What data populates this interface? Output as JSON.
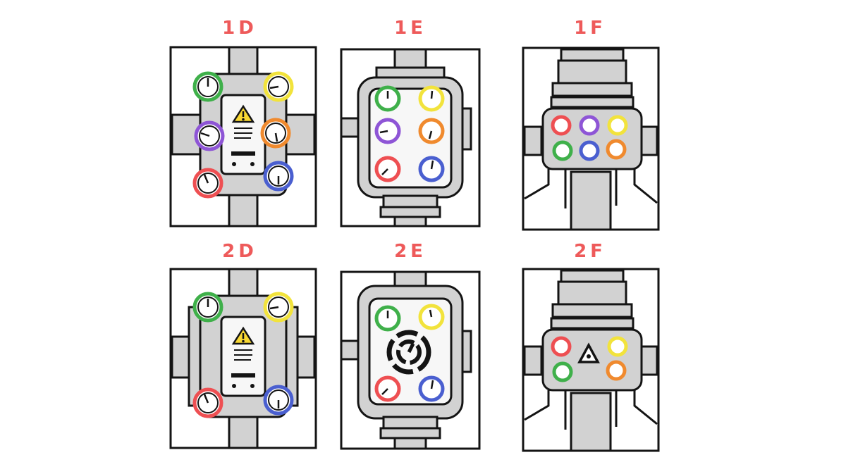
{
  "colors": {
    "label": "#ee5a5a",
    "pipe": "#d2d2d2",
    "body": "#e9e9e9",
    "outline": "#141414",
    "green": "#3fb04a",
    "yellow": "#f2e33c",
    "purple": "#8e55d6",
    "orange": "#f08a2e",
    "red": "#ee4f52",
    "blue": "#4a5fd0",
    "warning": "#f8d833"
  },
  "panels": [
    {
      "id": "1D",
      "label": "1D",
      "gauges": [
        "green",
        "yellow",
        "purple",
        "orange",
        "red",
        "blue"
      ],
      "icon": "warning-triangle-icon"
    },
    {
      "id": "1E",
      "label": "1E",
      "gauges": [
        "green",
        "yellow",
        "purple",
        "orange",
        "red",
        "blue"
      ]
    },
    {
      "id": "1F",
      "label": "1F",
      "gauges": [
        "red",
        "purple",
        "yellow",
        "green",
        "blue",
        "orange"
      ]
    },
    {
      "id": "2D",
      "label": "2D",
      "gauges": [
        "green",
        "yellow",
        "red",
        "blue"
      ],
      "icon": "warning-triangle-icon"
    },
    {
      "id": "2E",
      "label": "2E",
      "gauges": [
        "green",
        "yellow",
        "red",
        "blue"
      ],
      "icon": "power-symbol-icon"
    },
    {
      "id": "2F",
      "label": "2F",
      "gauges": [
        "red",
        "yellow",
        "green",
        "orange"
      ],
      "icon": "alert-triangle-icon"
    }
  ]
}
